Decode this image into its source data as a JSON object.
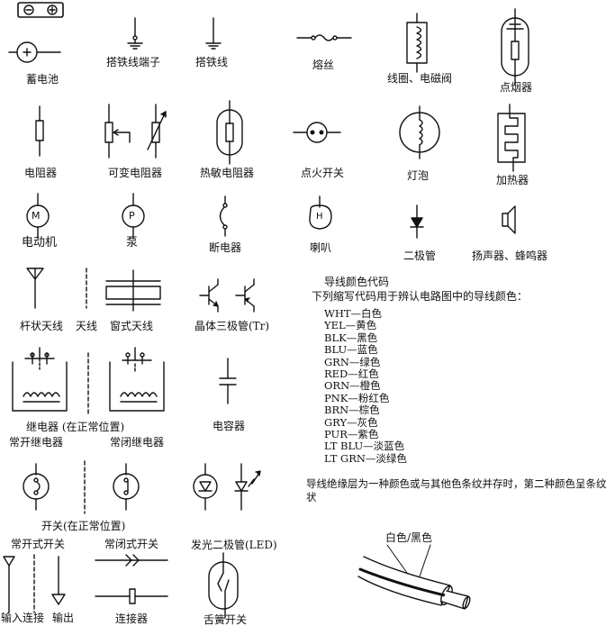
{
  "labels": {
    "battery": "蓄电池",
    "ground_terminal": "搭铁线端子",
    "ground_wire": "搭铁线",
    "fuse": "熔丝",
    "coil_solenoid": "线圈、电磁阀",
    "igniter": "点烟器",
    "resistor": "电阻器",
    "variable_resistor": "可变电阻器",
    "thermistor": "热敏电阻器",
    "ignition_switch": "点火开关",
    "bulb": "灯泡",
    "heater": "加热器",
    "motor": "电动机",
    "pump": "泵",
    "circuit_breaker": "断电器",
    "horn": "喇叭",
    "diode": "二极管",
    "speaker_buzzer": "扬声器、蜂鸣器",
    "rod_antenna": "杆状天线",
    "antenna": "天线",
    "window_antenna": "窗式天线",
    "transistor": "晶体三极管(Tr)",
    "relay_title": "继电器 (在正常位置)",
    "relay_no": "常开继电器",
    "relay_nc": "常闭继电器",
    "capacitor": "电容器",
    "switch_title": "开关(在正常位置)",
    "switch_no": "常开式开关",
    "switch_nc": "常闭式开关",
    "led": "发光二极管(LED)",
    "input_connection": "输入连接",
    "output": "输出",
    "connector": "连接器",
    "reed_switch": "舌簧开关",
    "wire_stripe": "白色/黑色"
  },
  "symbols": {
    "motor_letter": "M",
    "pump_letter": "P",
    "horn_letter": "H"
  },
  "color_codes": {
    "title": "导线颜色代码",
    "intro": "下列缩写代码用于辨认电路图中的导线颜色：",
    "items": [
      "WHT—白色",
      "YEL—黄色",
      "BLK—黑色",
      "BLU—蓝色",
      "GRN—绿色",
      "RED—红色",
      "ORN—橙色",
      "PNK—粉红色",
      "BRN—棕色",
      "GRY—灰色",
      "PUR—紫色",
      "LT BLU—淡蓝色",
      "LT GRN—淡绿色"
    ],
    "note": "导线绝缘层为一种颜色或与其他色条纹并存时，第二种颜色呈条纹状"
  }
}
